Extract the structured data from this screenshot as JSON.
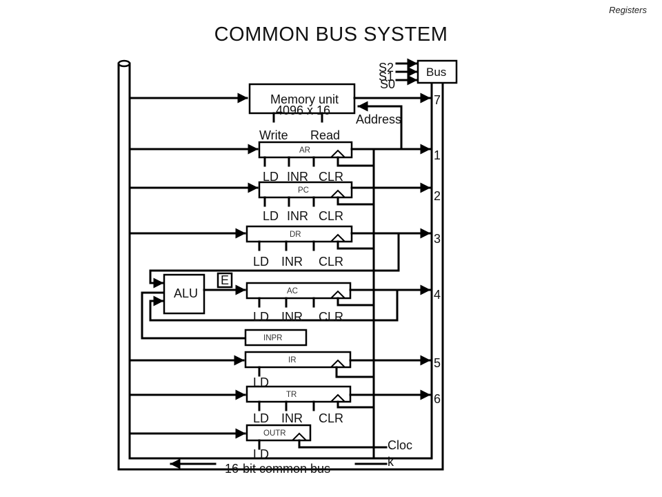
{
  "header": {
    "tag": "Registers",
    "title": "COMMON  BUS  SYSTEM"
  },
  "selectors": {
    "s2": "S2",
    "s1": "S1",
    "s0": "S0",
    "bus": "Bus"
  },
  "memory": {
    "name": "Memory unit",
    "size": "4096 x 16",
    "address": "Address",
    "write": "Write",
    "read": "Read"
  },
  "control": {
    "ld": "LD",
    "inr": "INR",
    "clr": "CLR"
  },
  "registers": {
    "ar": "AR",
    "pc": "PC",
    "dr": "DR",
    "ac": "AC",
    "inpr": "INPR",
    "ir": "IR",
    "tr": "TR",
    "outr": "OUTR"
  },
  "alu": {
    "label": "ALU",
    "e": "E"
  },
  "bus_numbers": {
    "n7": "7",
    "n1": "1",
    "n2": "2",
    "n3": "3",
    "n4": "4",
    "n5": "5",
    "n6": "6"
  },
  "clock": {
    "line1": "Cloc",
    "line2": "k"
  },
  "bus_label": "16-bit common bus"
}
